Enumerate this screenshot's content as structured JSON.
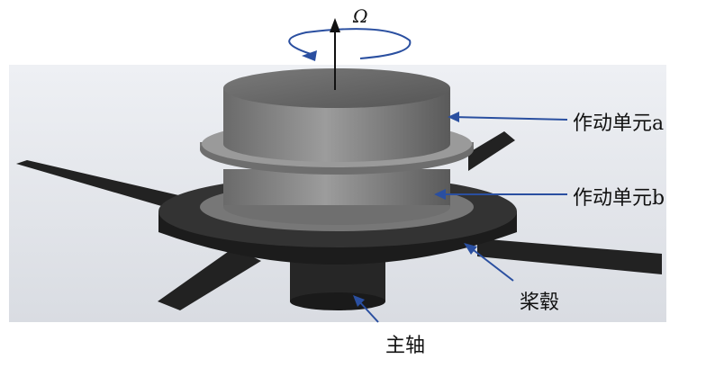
{
  "labels": {
    "rotation": "Ω",
    "actuator_a": "作动单元a",
    "actuator_b": "作动单元b",
    "hub": "桨毂",
    "shaft": "主轴"
  },
  "colors": {
    "arrow_blue": "#2a4fa0",
    "body_gray": "#8a8a8a",
    "hub_black": "#1e1e1e"
  }
}
